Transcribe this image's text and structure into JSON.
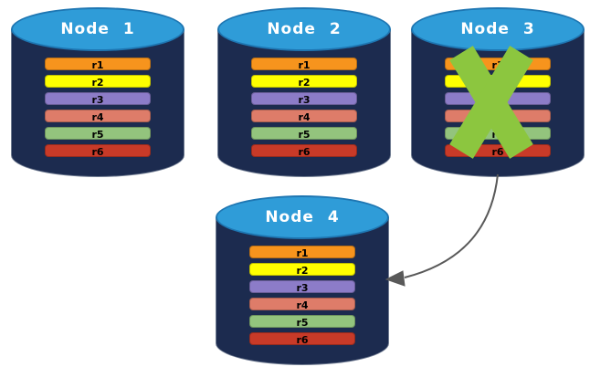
{
  "nodes": [
    {
      "label": "Node 1",
      "status": "ok"
    },
    {
      "label": "Node 2",
      "status": "ok"
    },
    {
      "label": "Node 3",
      "status": "failed"
    },
    {
      "label": "Node 4",
      "status": "ok"
    }
  ],
  "replicas": [
    {
      "label": "r1",
      "color": "#F7941D"
    },
    {
      "label": "r2",
      "color": "#FFFF00"
    },
    {
      "label": "r3",
      "color": "#8C7CC8"
    },
    {
      "label": "r4",
      "color": "#DE7C69"
    },
    {
      "label": "r5",
      "color": "#93C47D"
    },
    {
      "label": "r6",
      "color": "#C83A28"
    }
  ],
  "arrow": {
    "from": "Node 3",
    "to": "Node 4",
    "color": "#595959"
  },
  "colors": {
    "background": "#FFFFFF",
    "cylinder_body": "#1C2B4F",
    "cylinder_top": "#2F9CD8",
    "cylinder_top_border": "#1E76B2",
    "failure_x": "#8CC63F"
  }
}
